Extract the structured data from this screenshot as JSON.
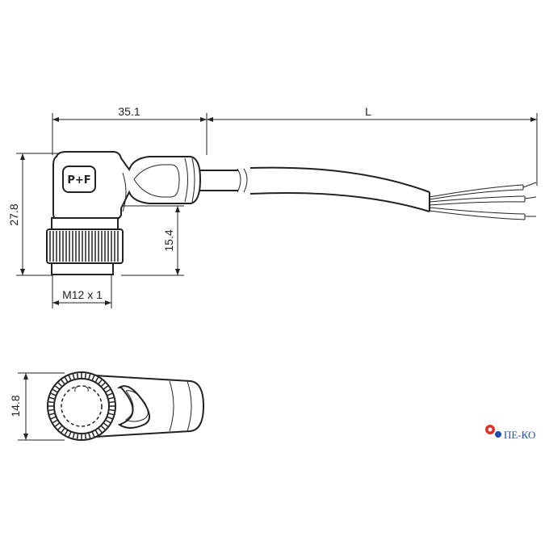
{
  "dimensions": {
    "length_head": "35.1",
    "length_cable": "L",
    "height_total": "27.8",
    "height_axis": "15.4",
    "thread": "M12 x 1",
    "width_bottom": "14.8"
  },
  "logo": {
    "text": "ПЕ-КО",
    "icon": "gear-icon",
    "color": "#1e4fb0",
    "accent": "#d9342b"
  },
  "brand_mark": {
    "icon": "brand-logo-icon",
    "lettering": "P+F"
  }
}
